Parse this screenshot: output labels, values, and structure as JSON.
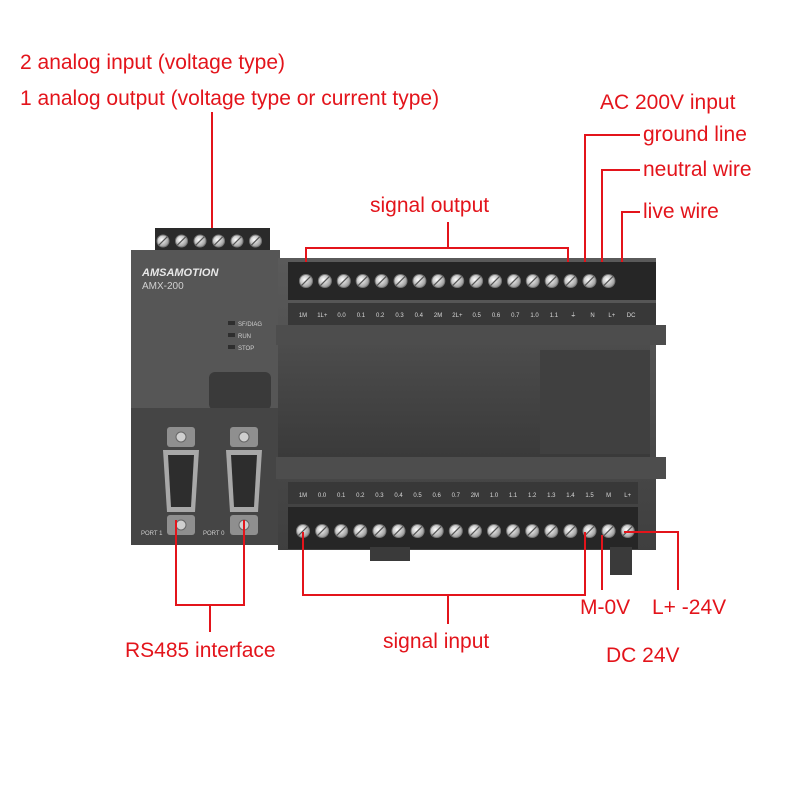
{
  "annotations": {
    "analog_input": "2 analog input (voltage type)",
    "analog_output": "1 analog output (voltage type or current type)",
    "ac_input": "AC 200V input",
    "ground_line": "ground line",
    "neutral_wire": "neutral wire",
    "live_wire": "live wire",
    "signal_output": "signal output",
    "rs485": "RS485 interface",
    "signal_input": "signal input",
    "m_0v": "M-0V",
    "l_plus": "L+ -24V",
    "dc_24v": "DC 24V"
  },
  "device": {
    "brand": "AMSAMOTION",
    "model": "AMX-200",
    "leds": [
      "SF/DIAG",
      "RUN",
      "STOP"
    ],
    "port1": "PORT 1",
    "port0": "PORT 0",
    "top_terminals": [
      "1M",
      "1L+",
      "0.0",
      "0.1",
      "0.2",
      "0.3",
      "0.4",
      "2M",
      "2L+",
      "0.5",
      "0.6",
      "0.7",
      "1.0",
      "1.1",
      "⏚",
      "N",
      "L+",
      "DC"
    ],
    "bottom_terminals": [
      "1M",
      "0.0",
      "0.1",
      "0.2",
      "0.3",
      "0.4",
      "0.5",
      "0.6",
      "0.7",
      "2M",
      "1.0",
      "1.1",
      "1.2",
      "1.3",
      "1.4",
      "1.5",
      "M",
      "L+"
    ]
  },
  "colors": {
    "annotation": "#e3141b",
    "body": "#4a4a4a",
    "body_dark": "#3a3a3a"
  }
}
